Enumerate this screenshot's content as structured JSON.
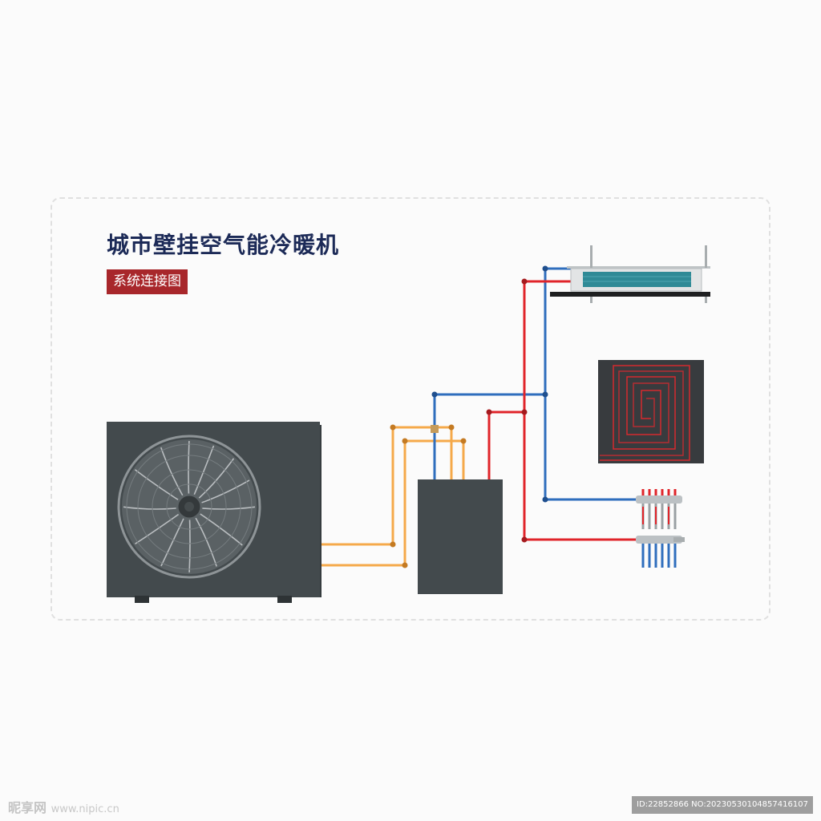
{
  "diagram": {
    "title": "城市壁挂空气能冷暖机",
    "subtitle": "系统连接图"
  },
  "components": {
    "outdoor_unit": "outdoor-heat-pump-unit",
    "indoor_unit": "indoor-hydraulic-module",
    "fan_coil": "ducted-fan-coil",
    "floor_heating": "floor-heating-coil",
    "manifold": "water-manifold"
  },
  "colors": {
    "unit_body": "#434a4d",
    "refrigerant_pipe": "#f5a94a",
    "supply_pipe": "#e0242a",
    "return_pipe": "#2f6ebd",
    "title": "#1c2a57",
    "subtitle_bg": "#a8272b",
    "floor_panel": "#383b3e"
  },
  "watermark": {
    "brand": "昵享网",
    "site": "www.nipic.cn",
    "id_text": "ID:22852866 NO:20230530104857416107"
  }
}
